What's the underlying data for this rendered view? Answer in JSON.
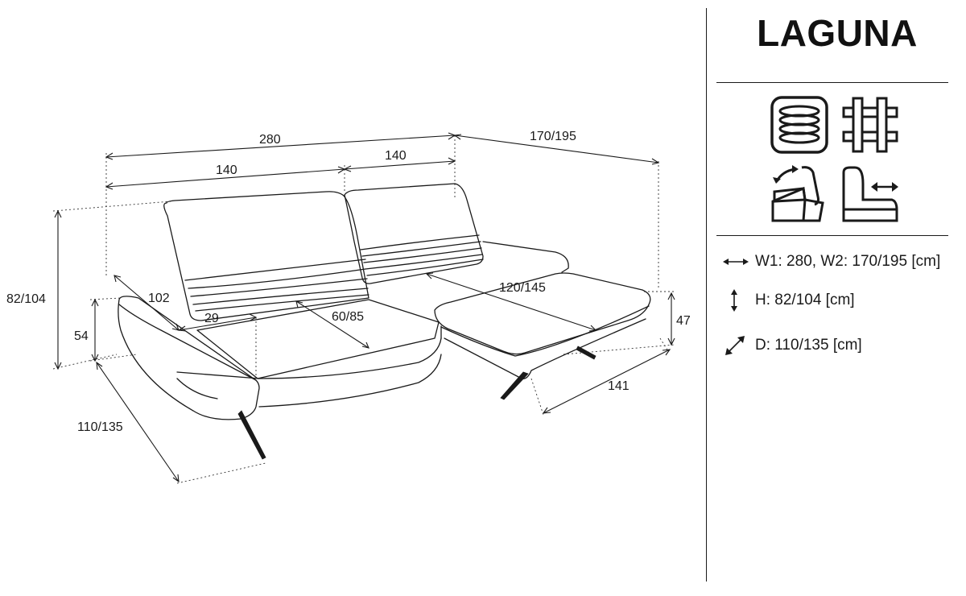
{
  "product": {
    "name": "LAGUNA"
  },
  "dimensions": {
    "total_width": "280",
    "left_section_width": "140",
    "right_section_width": "140",
    "chaise_length": "170/195",
    "height": "82/104",
    "armrest_height": "54",
    "depth": "110/135",
    "armrest_length": "102",
    "armrest_width": "29",
    "seat_depth": "60/85",
    "chaise_seat_depth": "120/145",
    "chaise_width": "141",
    "seat_height": "47"
  },
  "features": [
    {
      "icon": "spring-icon"
    },
    {
      "icon": "webbing-icon"
    },
    {
      "icon": "adjustable-headrest-icon"
    },
    {
      "icon": "sliding-seat-icon"
    }
  ],
  "specs": [
    {
      "icon": "width-arrow-icon",
      "text": "W1: 280, W2: 170/195 [cm]"
    },
    {
      "icon": "height-arrow-icon",
      "text": "H: 82/104 [cm]"
    },
    {
      "icon": "depth-arrow-icon",
      "text": "D: 110/135 [cm]"
    }
  ]
}
